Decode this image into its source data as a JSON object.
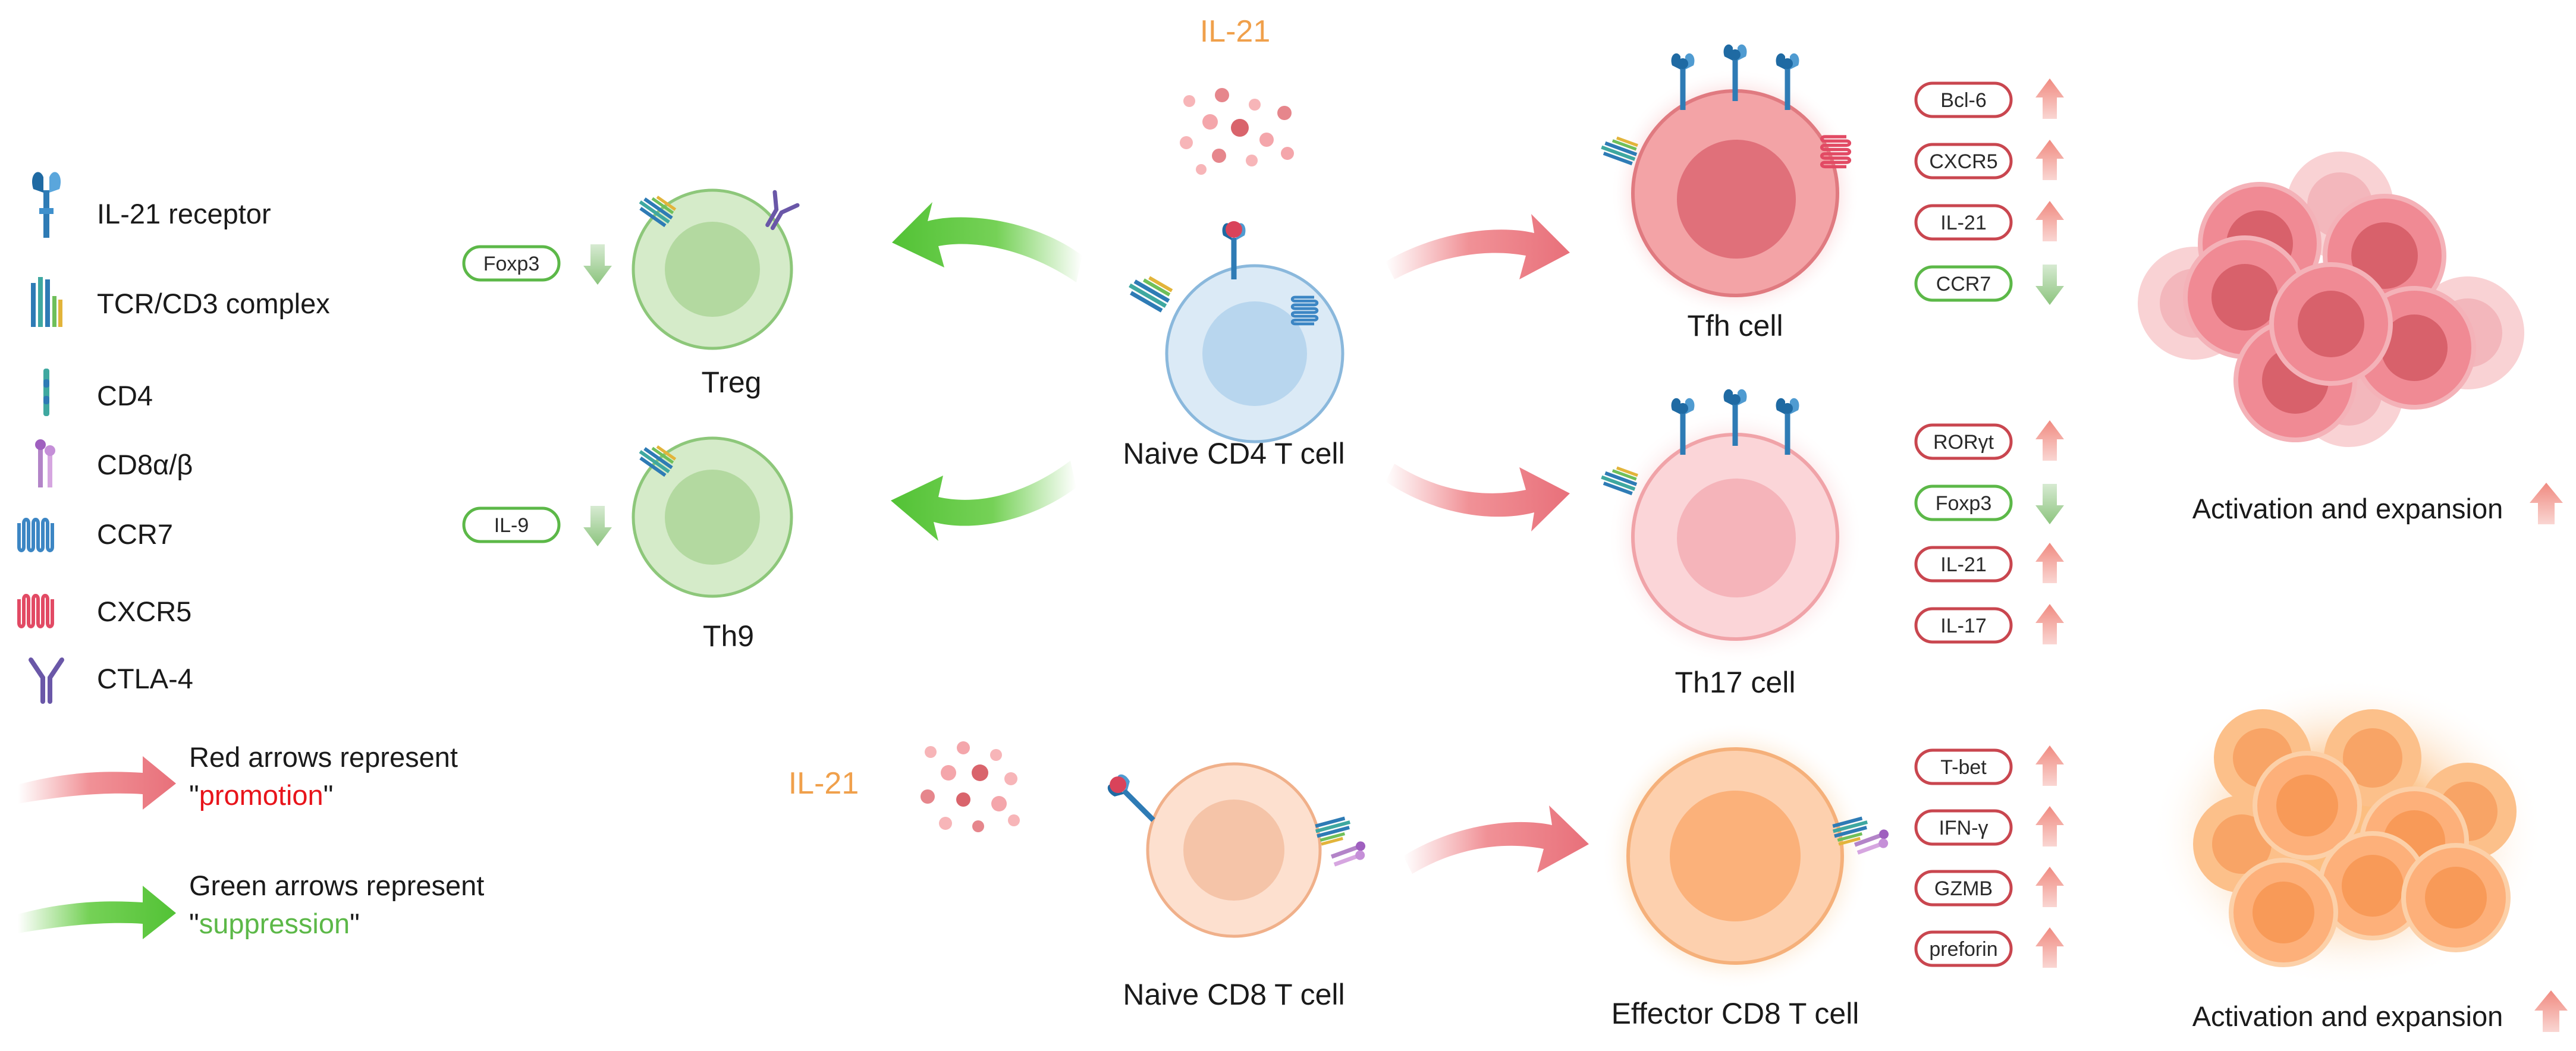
{
  "legend": {
    "items": [
      {
        "icon": "il21-receptor-icon",
        "label": "IL-21 receptor"
      },
      {
        "icon": "tcr-cd3-complex-icon",
        "label": "TCR/CD3 complex"
      },
      {
        "icon": "cd4-icon",
        "label": "CD4"
      },
      {
        "icon": "cd8-icon",
        "label": "CD8α/β"
      },
      {
        "icon": "ccr7-icon",
        "label": "CCR7"
      },
      {
        "icon": "cxcr5-icon",
        "label": "CXCR5"
      },
      {
        "icon": "ctla4-icon",
        "label": "CTLA-4"
      }
    ],
    "red_arrow": {
      "line1": "Red arrows represent",
      "quote_open": "\"",
      "keyword": "promotion",
      "quote_close": "\""
    },
    "green_arrow": {
      "line1": "Green arrows represent",
      "quote_open": "\"",
      "keyword": "suppression",
      "quote_close": "\""
    }
  },
  "colors": {
    "promotion": "#e8141b",
    "suppression": "#5cb848",
    "il21": "#f0a04b",
    "red_marker_border": "#c9464f",
    "green_marker_border": "#5cb848",
    "up_arrow": "#f08a80",
    "down_arrow": "#8cc47e"
  },
  "cytokine": {
    "top": "IL-21",
    "bottom": "IL-21"
  },
  "cells": {
    "naive_cd4": "Naive CD4 T cell",
    "naive_cd8": "Naive CD8 T cell",
    "treg": "Treg",
    "th9": "Th9",
    "tfh": "Tfh cell",
    "th17": "Th17 cell",
    "effector_cd8": "Effector CD8 T cell"
  },
  "markers": {
    "treg": [
      {
        "name": "Foxp3",
        "direction": "down"
      }
    ],
    "th9": [
      {
        "name": "IL-9",
        "direction": "down"
      }
    ],
    "tfh": [
      {
        "name": "Bcl-6",
        "direction": "up"
      },
      {
        "name": "CXCR5",
        "direction": "up"
      },
      {
        "name": "IL-21",
        "direction": "up"
      },
      {
        "name": "CCR7",
        "direction": "down"
      }
    ],
    "th17": [
      {
        "name": "RORγt",
        "direction": "up"
      },
      {
        "name": "Foxp3",
        "direction": "down"
      },
      {
        "name": "IL-21",
        "direction": "up"
      },
      {
        "name": "IL-17",
        "direction": "up"
      }
    ],
    "cd8": [
      {
        "name": "T-bet",
        "direction": "up"
      },
      {
        "name": "IFN-γ",
        "direction": "up"
      },
      {
        "name": "GZMB",
        "direction": "up"
      },
      {
        "name": "preforin",
        "direction": "up"
      }
    ]
  },
  "outcomes": {
    "cd4": "Activation and expansion",
    "cd8": "Activation and expansion"
  }
}
